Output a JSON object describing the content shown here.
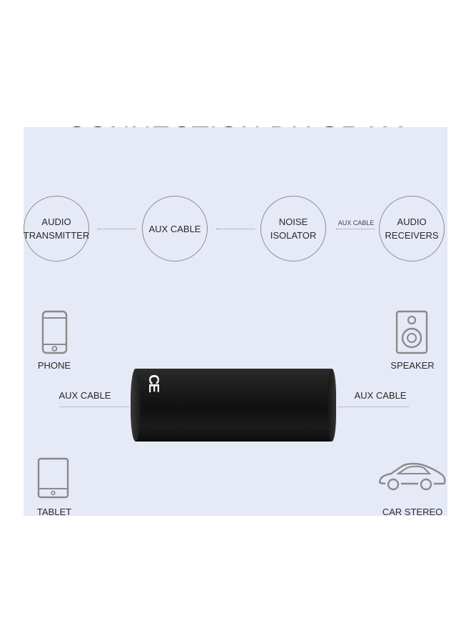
{
  "title": "CONNECTION DIAGRAM",
  "nodes": [
    {
      "label": "AUDIO\nTRANSMITTER"
    },
    {
      "label": "AUX CABLE"
    },
    {
      "label": "NOISE\nISOLATOR"
    },
    {
      "label": "AUDIO\nRECEIVERS"
    }
  ],
  "link_label": "AUX CABLE",
  "devices": {
    "phone": "PHONE",
    "tablet": "TABLET",
    "speaker": "SPEAKER",
    "car": "CAR STEREO"
  },
  "cables": {
    "left": "AUX CABLE",
    "right": "AUX CABLE"
  },
  "device_mark": "CE",
  "colors": {
    "panel": "#e6e9f6",
    "device": "#141414",
    "text": "#1e1e1e"
  }
}
